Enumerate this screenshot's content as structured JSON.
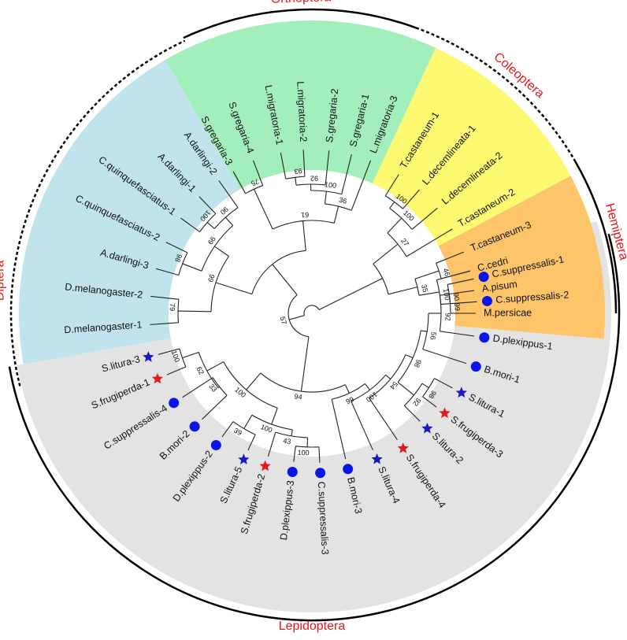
{
  "colors": {
    "orthoptera": "#a3efbb",
    "coleoptera": "#fdfa71",
    "hemiptera": "#fdc46a",
    "diptera": "#c1e4ec",
    "lepidoptera": "#e3e3e3",
    "order_label": "#e3191c",
    "circle_marker": "#0a15ea",
    "star_blue": "#1818c8",
    "star_red": "#e3191c"
  },
  "orders": {
    "orthoptera": "Orthoptera",
    "coleoptera": "Coleoptera",
    "hemiptera": "Hemiptera",
    "diptera": "Diptera",
    "lepidoptera": "Lepidoptera"
  },
  "leaves": [
    {
      "label": "C.suppressalis-1",
      "marker": "circle"
    },
    {
      "label": "C.suppressalis-2",
      "marker": "circle"
    },
    {
      "label": "D.plexippus-1",
      "marker": "circle"
    },
    {
      "label": "B.mori-1",
      "marker": "circle"
    },
    {
      "label": "S.litura-1",
      "marker": "star-blue"
    },
    {
      "label": "S.frugiperda-3",
      "marker": "star-red"
    },
    {
      "label": "S.litura-2",
      "marker": "star-blue"
    },
    {
      "label": "S.frugiperda-4",
      "marker": "star-red"
    },
    {
      "label": "S.litura-4",
      "marker": "star-blue"
    },
    {
      "label": "B.mori-3",
      "marker": "circle"
    },
    {
      "label": "C.suppressalis-3",
      "marker": "circle"
    },
    {
      "label": "D.plexippus-3",
      "marker": "circle"
    },
    {
      "label": "S.frugiperda-2",
      "marker": "star-red"
    },
    {
      "label": "S.litura-5",
      "marker": "star-blue"
    },
    {
      "label": "D.plexippus-2",
      "marker": "circle"
    },
    {
      "label": "B.mori-2",
      "marker": "circle"
    },
    {
      "label": "C.suppressalis-4",
      "marker": "circle"
    },
    {
      "label": "S.frugiperda-1",
      "marker": "star-red"
    },
    {
      "label": "S.litura-3",
      "marker": "star-blue"
    },
    {
      "label": "D.melanogaster-1",
      "marker": "none"
    },
    {
      "label": "D.melanogaster-2",
      "marker": "none"
    },
    {
      "label": "A.darlingi-3",
      "marker": "none"
    },
    {
      "label": "C.quinquefasciatus-2",
      "marker": "none"
    },
    {
      "label": "C.quinquefasciatus-1",
      "marker": "none"
    },
    {
      "label": "A.darlingi-1",
      "marker": "none"
    },
    {
      "label": "A.darlingi-2",
      "marker": "none"
    },
    {
      "label": "S.gregaria-3",
      "marker": "none"
    },
    {
      "label": "S.gregaria-4",
      "marker": "none"
    },
    {
      "label": "L.migratoria-1",
      "marker": "none"
    },
    {
      "label": "L.migratoria-2",
      "marker": "none"
    },
    {
      "label": "S.gregaria-2",
      "marker": "none"
    },
    {
      "label": "S.gregaria-1",
      "marker": "none"
    },
    {
      "label": "L.migratoria-3",
      "marker": "none"
    },
    {
      "label": "T.castaneum-1",
      "marker": "none"
    },
    {
      "label": "L.decemlineata-1",
      "marker": "none"
    },
    {
      "label": "L.decemlineata-2",
      "marker": "none"
    },
    {
      "label": "T.castaneum-2",
      "marker": "none"
    },
    {
      "label": "T.castaneum-3",
      "marker": "none"
    },
    {
      "label": "C.cedri",
      "marker": "none"
    },
    {
      "label": "A.pisum",
      "marker": "none"
    },
    {
      "label": "M.persicae",
      "marker": "none"
    }
  ],
  "bootstrap": [
    "90",
    "92",
    "56",
    "98",
    "92",
    "98",
    "54",
    "100",
    "66",
    "100",
    "43",
    "39",
    "100",
    "33",
    "100",
    "62",
    "100",
    "79",
    "99",
    "98",
    "99",
    "100",
    "90",
    "75",
    "93",
    "92",
    "100",
    "36",
    "61",
    "27",
    "100",
    "100",
    "46",
    "35",
    "100",
    "99",
    "57",
    "94"
  ]
}
